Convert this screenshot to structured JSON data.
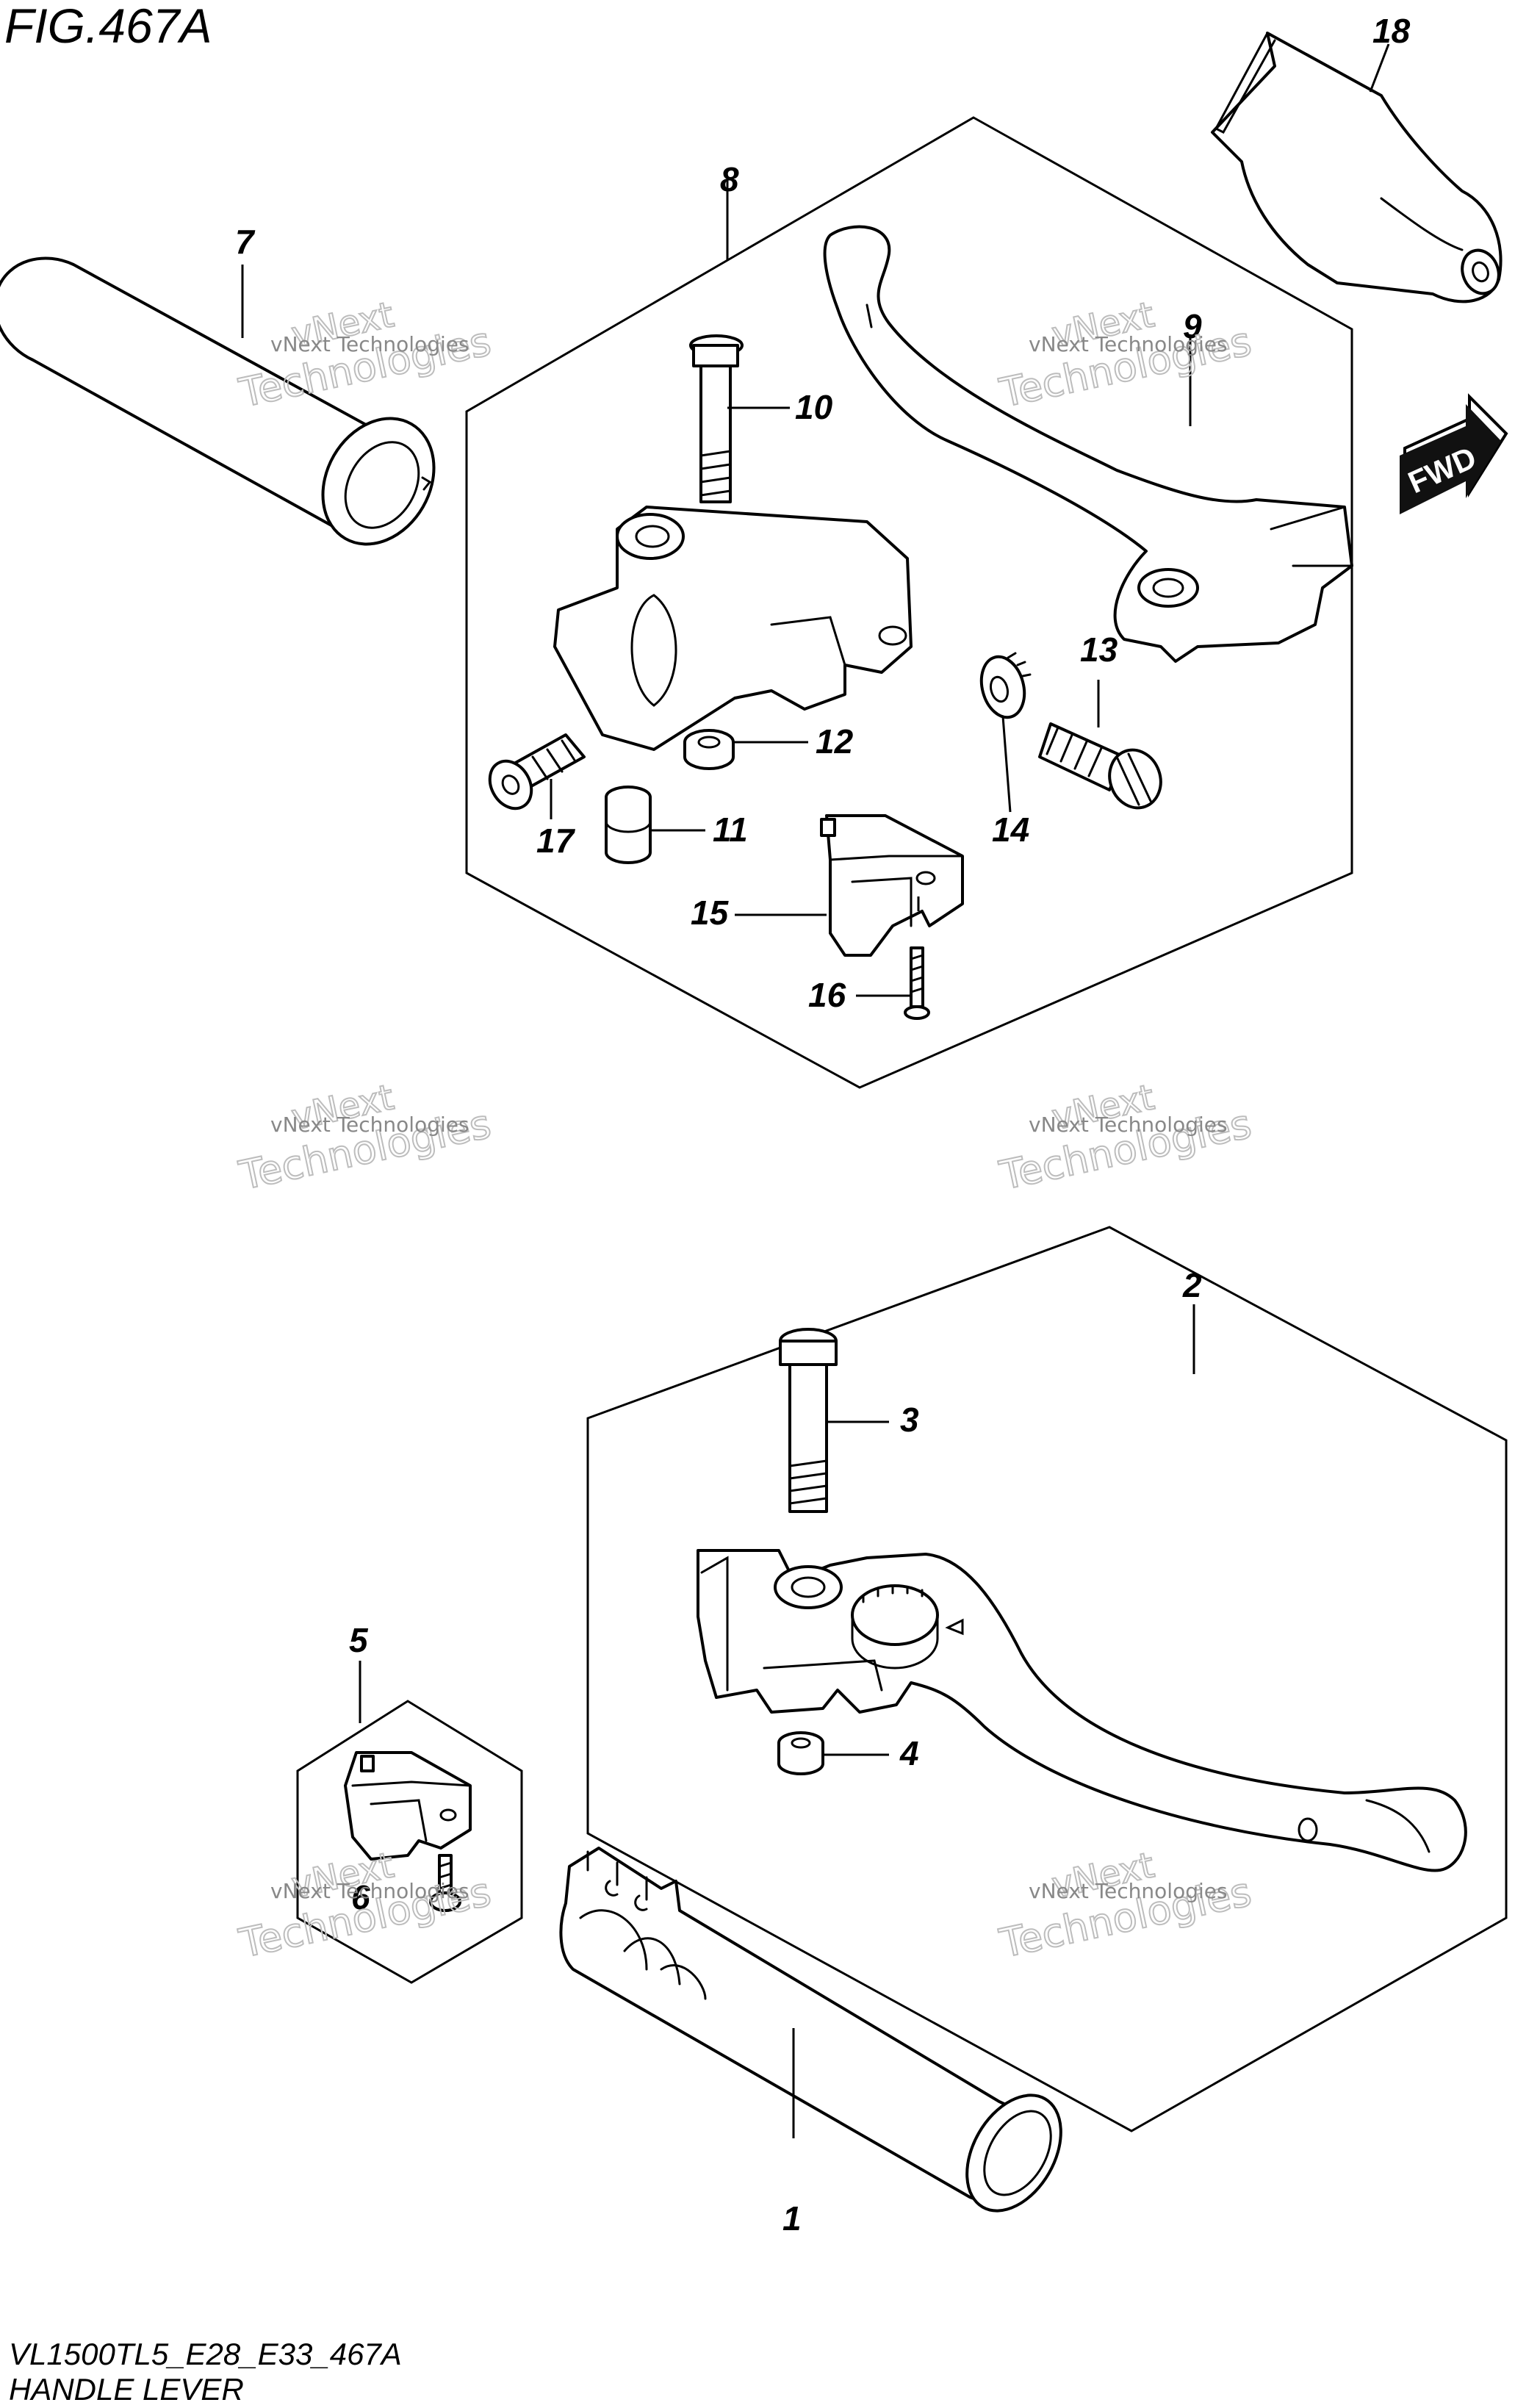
{
  "figure": {
    "title": "FIG.467A",
    "model_code": "VL1500TL5_E28_E33_467A",
    "caption": "HANDLE LEVER"
  },
  "direction_badge": {
    "label": "FWD"
  },
  "watermark": {
    "line1": "vNext",
    "line2": "Technologies",
    "line3": "vNext Technologies"
  },
  "callouts": [
    "1",
    "2",
    "3",
    "4",
    "5",
    "6",
    "7",
    "8",
    "9",
    "10",
    "11",
    "12",
    "13",
    "14",
    "15",
    "16",
    "17",
    "18"
  ]
}
